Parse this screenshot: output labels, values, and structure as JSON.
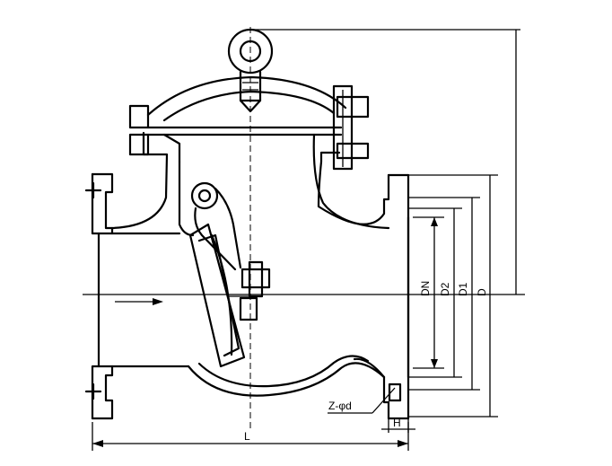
{
  "dimensions": {
    "dn": "DN",
    "d2": "D2",
    "d1": "D1",
    "d": "D",
    "length": "L",
    "bolt_spec": "Z-φd",
    "flange_thickness": "H"
  },
  "colors": {
    "line": "#000000",
    "background": "#ffffff"
  }
}
